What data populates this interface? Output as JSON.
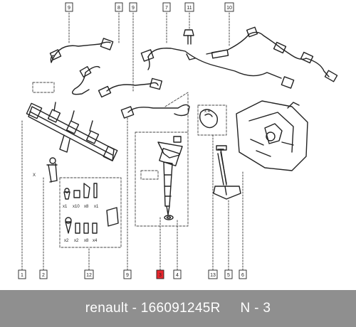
{
  "diagram": {
    "callouts": {
      "c1": "1",
      "c2": "2",
      "c3": "3",
      "c4": "4",
      "c5": "5",
      "c6": "6",
      "c7": "7",
      "c8": "8",
      "c9_top": "9",
      "c9_bottom": "9",
      "c9_mid": "9",
      "c10": "10",
      "c11": "11",
      "c12": "12",
      "c13": "13"
    },
    "labels": {
      "x_bolt": "X",
      "x4_seal": "x 4",
      "kit": [
        "x1",
        "x10",
        "x8",
        "x1",
        "x2",
        "x2",
        "x8",
        "x4"
      ]
    },
    "highlight_color": "#e8262d"
  },
  "footer": {
    "brand": "renault",
    "separator": " - ",
    "part_number": "166091245R",
    "position": "N - 3"
  }
}
